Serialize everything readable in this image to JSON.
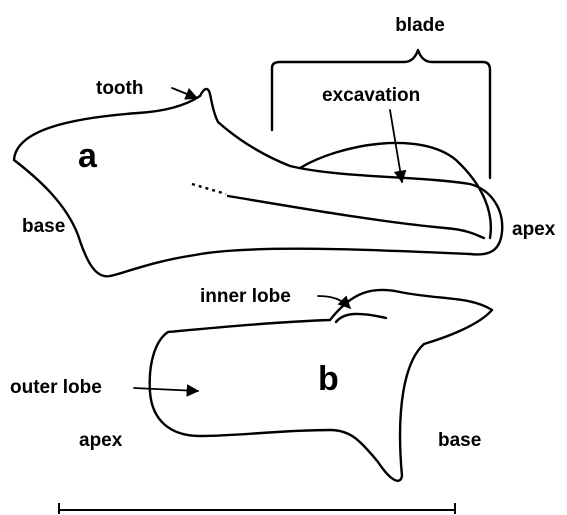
{
  "figure_a": {
    "letter": "a",
    "labels": {
      "blade": "blade",
      "tooth": "tooth",
      "excavation": "excavation",
      "base": "base",
      "apex": "apex"
    }
  },
  "figure_b": {
    "letter": "b",
    "labels": {
      "inner_lobe": "inner lobe",
      "outer_lobe": "outer lobe",
      "apex": "apex",
      "base": "base"
    }
  }
}
